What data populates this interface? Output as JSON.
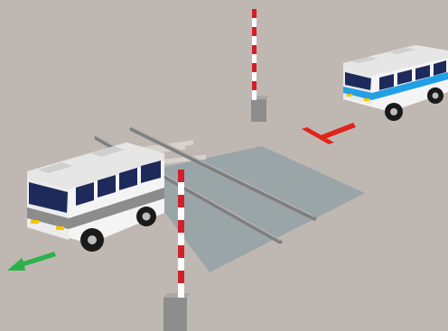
{
  "scene": {
    "background_color": "#bfb8b2",
    "crossing_color": "#9aa5a8",
    "rail_color": "#8f8f8f",
    "barrier_red": "#d0212a",
    "barrier_white": "#ffffff",
    "barrier_box_color": "#8d8d8d",
    "bus_white": "#f4f4f4",
    "bus_blue_accent": "#22a0e6",
    "bus_window_color": "#1d2a5a",
    "exit_arrow_color": "#2bb34a",
    "stop_marker_color": "#e1241b"
  },
  "objects": [
    {
      "name": "railway-crossing-plate"
    },
    {
      "name": "railway-tracks"
    },
    {
      "name": "barrier-gate-near",
      "state": "raised"
    },
    {
      "name": "barrier-gate-far",
      "state": "raised"
    },
    {
      "name": "bus-foreground",
      "variant": "white-gray"
    },
    {
      "name": "bus-background",
      "variant": "white-blue"
    },
    {
      "name": "green-direction-arrow-icon"
    },
    {
      "name": "red-stop-marker-icon"
    }
  ]
}
